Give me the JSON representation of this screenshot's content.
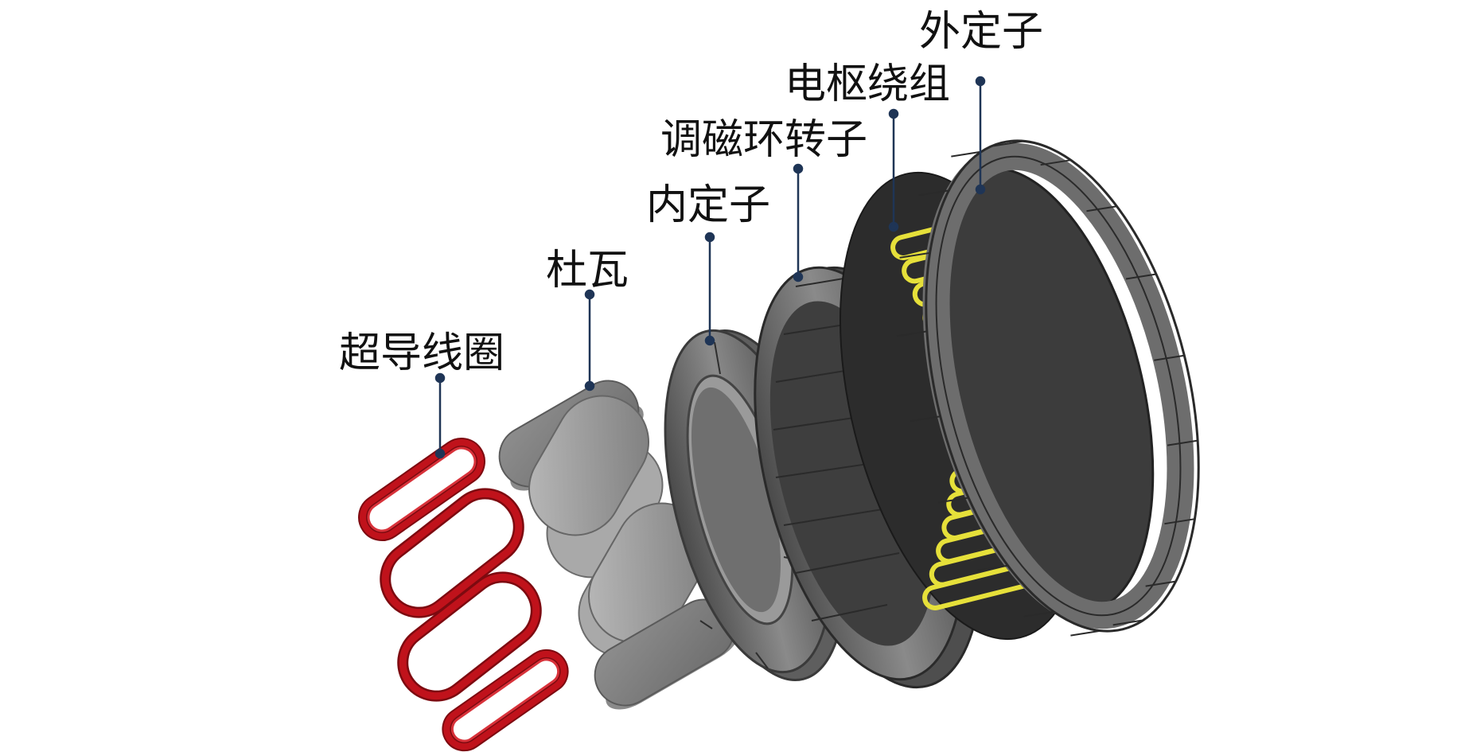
{
  "diagram": {
    "labels": {
      "superconducting_coil": "超导线圈",
      "duwa": "杜瓦",
      "inner_stator": "内定子",
      "modulating_ring_rotor": "调磁环转子",
      "armature_winding": "电枢绕组",
      "outer_stator": "外定子"
    },
    "colors": {
      "coil": "#c0121b",
      "coil_dark": "#7d0a10",
      "dewar": "#9a9a9a",
      "stator": "#6a6a6a",
      "winding": "#e6e03a",
      "leader": "#1f3556"
    }
  }
}
